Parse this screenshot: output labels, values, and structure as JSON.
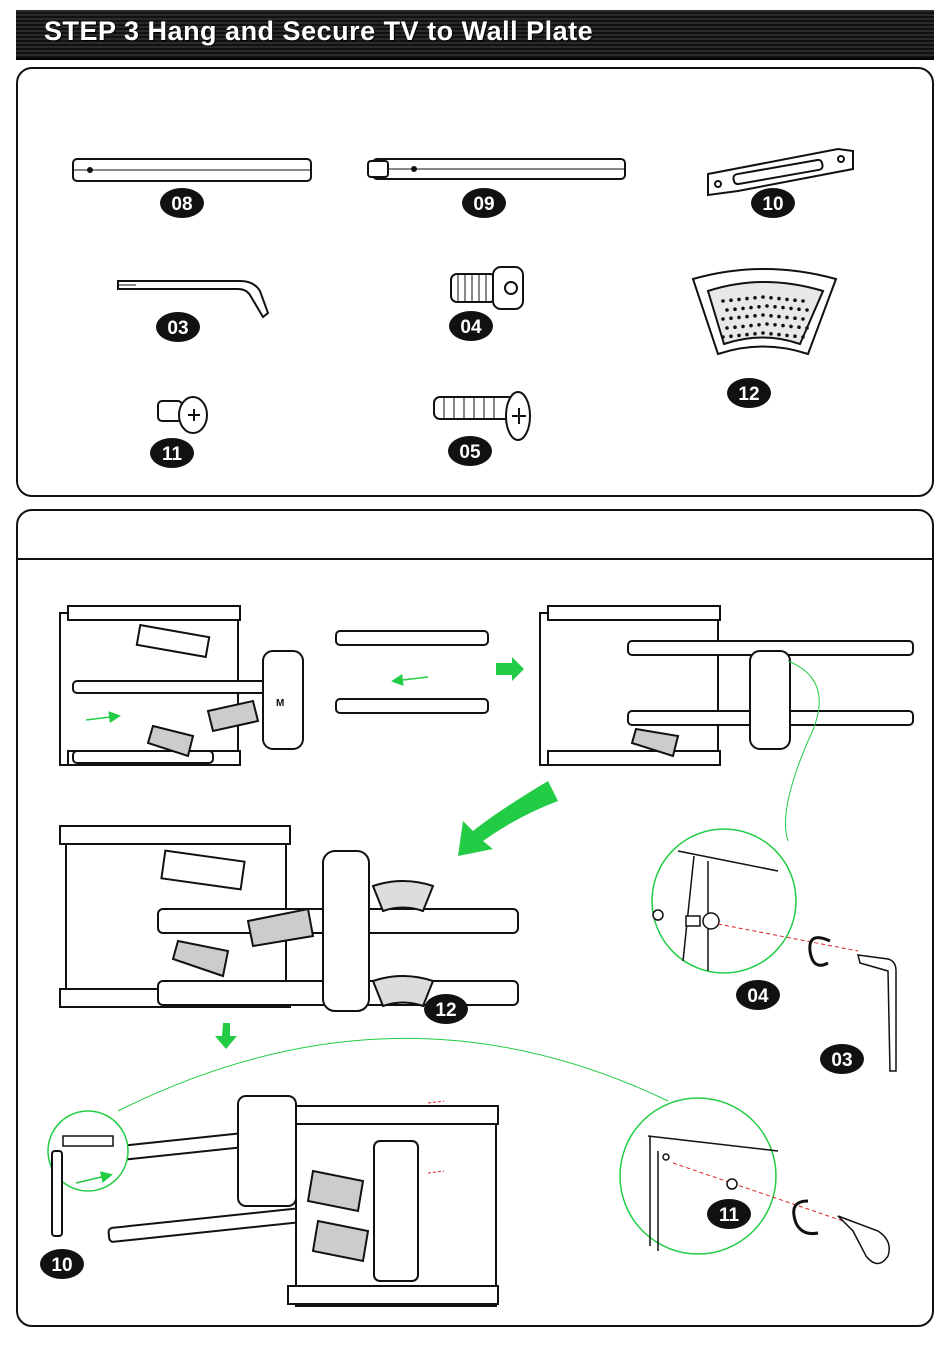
{
  "header": {
    "title": "STEP 3 Hang and Secure TV to Wall Plate"
  },
  "parts": [
    {
      "id": "08",
      "label": "08",
      "icon": "extension-bar-icon"
    },
    {
      "id": "09",
      "label": "09",
      "icon": "extension-bar-icon"
    },
    {
      "id": "10",
      "label": "10",
      "icon": "safety-bracket-icon"
    },
    {
      "id": "03",
      "label": "03",
      "icon": "hex-key-icon"
    },
    {
      "id": "04",
      "label": "04",
      "icon": "bolt-icon"
    },
    {
      "id": "12",
      "label": "12",
      "icon": "cover-plate-icon"
    },
    {
      "id": "11",
      "label": "11",
      "icon": "screw-icon"
    },
    {
      "id": "05",
      "label": "05",
      "icon": "screw-icon"
    }
  ],
  "callouts": {
    "cover_plate": "12",
    "bolt": "04",
    "hex_key": "03",
    "screw": "11",
    "safety_bracket": "10"
  },
  "colors": {
    "accent_green": "#22cc44",
    "dash_red": "#dd2222",
    "badge": "#111111"
  }
}
